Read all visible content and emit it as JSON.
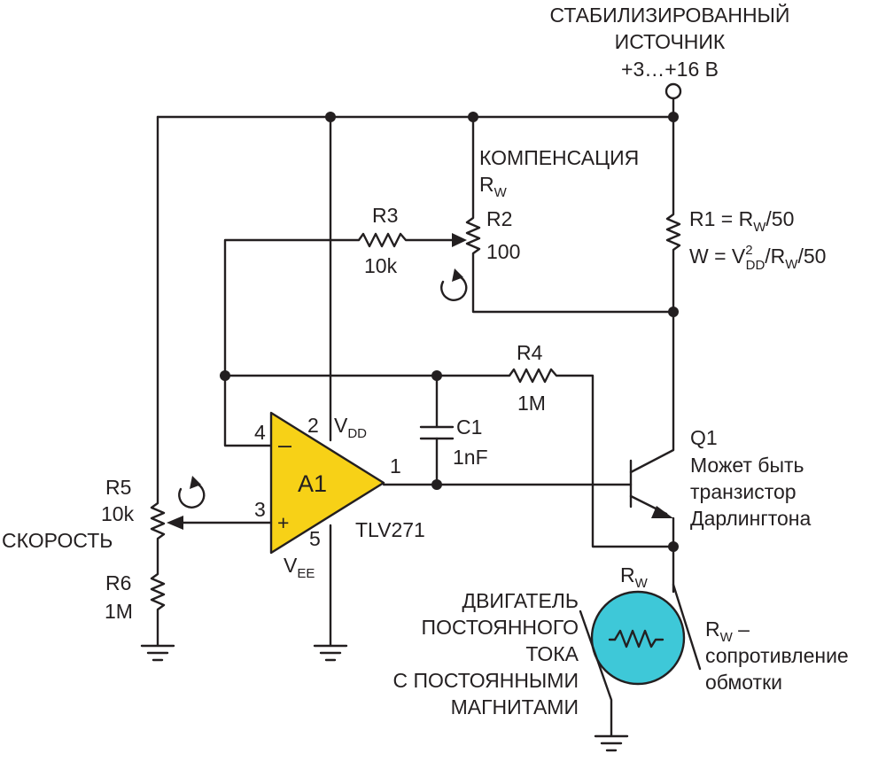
{
  "colors": {
    "wire": "#231f20",
    "opamp_fill": "#f7d117",
    "motor_fill": "#3ec8d8",
    "background": "#ffffff"
  },
  "supply": {
    "line1": "СТАБИЛИЗИРОВАННЫЙ",
    "line2": "ИСТОЧНИК",
    "line3": "+3…+16 В"
  },
  "compensation": {
    "label": "КОМПЕНСАЦИЯ",
    "rw_main": "R",
    "rw_sub": "W"
  },
  "r1": {
    "label": "R1 = R",
    "sub": "W",
    "tail": "/50"
  },
  "power_formula": {
    "w": "W = V",
    "sup": "2",
    "sub": "DD",
    "mid": "/R",
    "sub2": "W",
    "tail": "/50"
  },
  "r2": {
    "name": "R2",
    "value": "100"
  },
  "r3": {
    "name": "R3",
    "value": "10k"
  },
  "r4": {
    "name": "R4",
    "value": "1M"
  },
  "c1": {
    "name": "C1",
    "value": "1nF"
  },
  "r5": {
    "name": "R5",
    "value": "10k",
    "function": "СКОРОСТЬ"
  },
  "r6": {
    "name": "R6",
    "value": "1M"
  },
  "opamp": {
    "name": "A1",
    "part": "TLV271",
    "pin1": "1",
    "pin2": "2",
    "pin3": "3",
    "pin4": "4",
    "pin5": "5",
    "minus": "–",
    "plus": "+",
    "vdd_main": "V",
    "vdd_sub": "DD",
    "vee_main": "V",
    "vee_sub": "EE"
  },
  "q1": {
    "name": "Q1",
    "note1": "Может быть",
    "note2": "транзистор",
    "note3": "Дарлингтона"
  },
  "motor": {
    "label_main": "R",
    "label_sub": "W",
    "desc1": "ДВИГАТЕЛЬ",
    "desc2": "ПОСТОЯННОГО",
    "desc3": "ТОКА",
    "desc4": "С ПОСТОЯННЫМИ",
    "desc5": "МАГНИТАМИ"
  },
  "winding": {
    "main": "R",
    "sub": "W",
    "dash": " –",
    "line2": "сопротивление",
    "line3": "обмотки"
  },
  "icons": {
    "pot_adjust": "rotate-arrow-icon",
    "ground": "ground-icon",
    "supply_terminal": "terminal-circle-icon"
  }
}
